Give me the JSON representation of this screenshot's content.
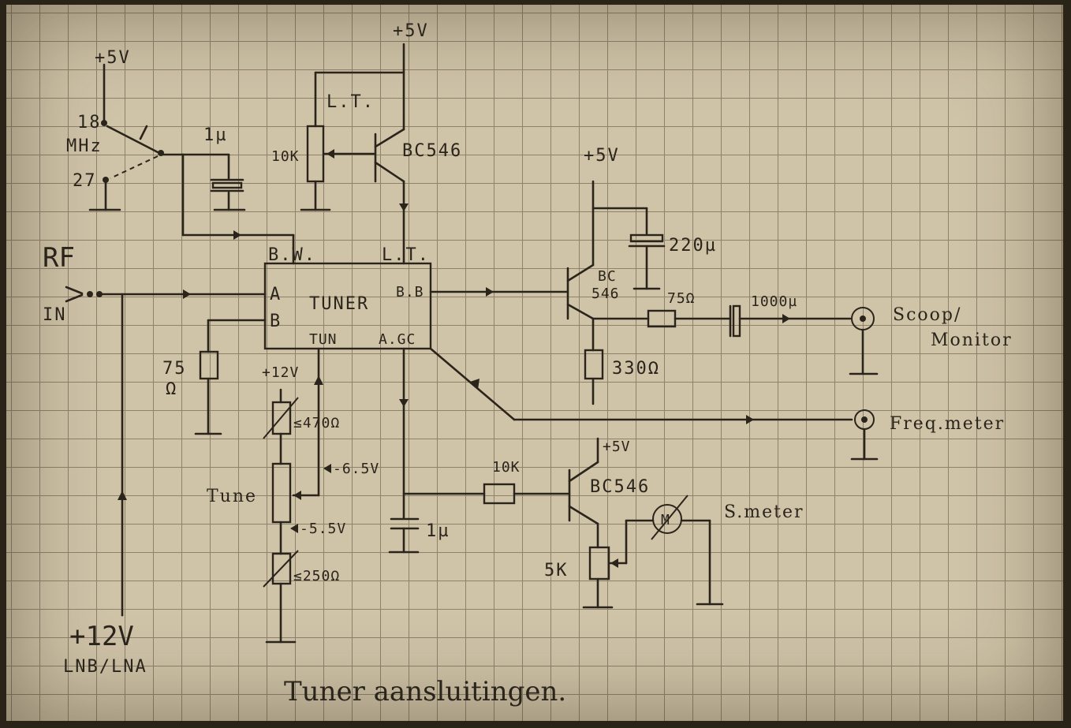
{
  "labels": {
    "supply_top": "+5V",
    "supply_switch": "+5V",
    "supply_video": "+5V",
    "supply_smeter": "+5V",
    "mhz_18": "18",
    "mhz_unit": "MHz",
    "mhz_27": "27",
    "cap_1u_top": "1µ",
    "lt_top": "L.T.",
    "pot_10k": "10K",
    "transistor_1": "BC546",
    "rf": "RF",
    "in": "IN",
    "bw": "B.W.",
    "lt_pin": "L.T.",
    "pin_a": "A",
    "pin_b": "B",
    "tuner": "TUNER",
    "bb": "B.B",
    "tun": "TUN",
    "agc": "A.GC",
    "r75_a": "75",
    "r75_b": "Ω",
    "plus12v": "+12V",
    "r470": "≤470Ω",
    "v65": "-6.5V",
    "tune": "Tune",
    "v55": "-5.5V",
    "r250": "≤250Ω",
    "cap_220": "220µ",
    "transistor_2_a": "BC",
    "transistor_2_b": "546",
    "r75_out": "75Ω",
    "cap_1000": "1000µ",
    "r330": "330Ω",
    "scoop": "Scoop/",
    "monitor": "Monitor",
    "freq": "Freq.meter",
    "r10k": "10K",
    "transistor_3": "BC546",
    "plus5_small": "+5V",
    "smeter": "S.meter",
    "meter_m": "M",
    "r5k": "5K",
    "cap_1u_bottom": "1µ",
    "lnb_v": "+12V",
    "lnb": "LNB/LNA",
    "title": "Tuner aansluitingen."
  }
}
